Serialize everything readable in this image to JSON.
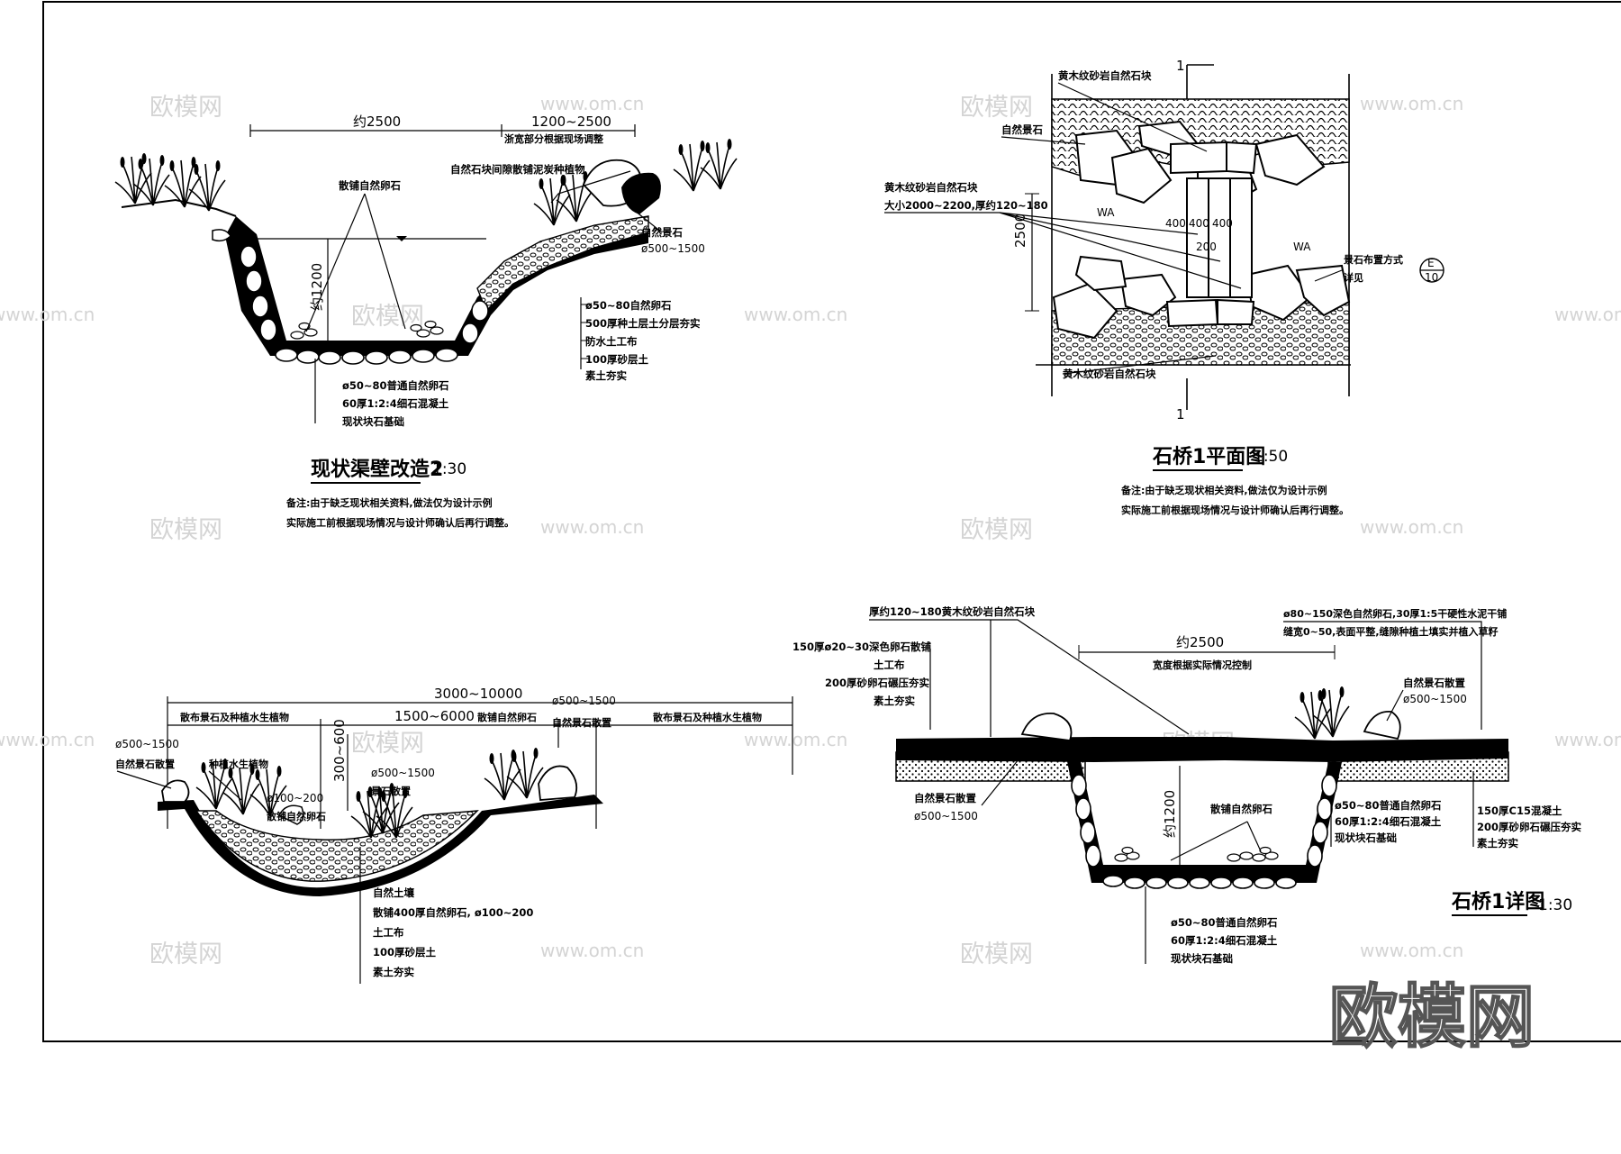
{
  "watermarks": {
    "brand_cn": "欧模网",
    "site": "www.om.cn"
  },
  "brand_mark": "欧模网",
  "drawings": {
    "canal": {
      "title": "现状渠壁改造2",
      "scale": "1:30",
      "dim_width": "约2500",
      "dim_side": "1200~2500",
      "dim_side_note": "浙宽部分根据现场调整",
      "dim_depth": "约1200",
      "label_pebble": "散铺自然卵石",
      "label_rocks_top": "自然石块间隙散铺泥炭种植物",
      "label_rock": "自然景石",
      "label_rock_size": "ø500~1500",
      "layers_right": [
        "ø50~80自然卵石",
        "500厚种土层土分层夯实",
        "防水土工布",
        "100厚砂层土",
        "素土夯实"
      ],
      "layers_bottom": [
        "ø50~80普通自然卵石",
        "60厚1:2:4细石混凝土",
        "现状块石基础"
      ],
      "note_line1": "备注:由于缺乏现状相关资料,做法仅为设计示例",
      "note_line2": "实际施工前根据现场情况与设计师确认后再行调整。"
    },
    "bridge_plan": {
      "title": "石桥1平面图",
      "scale": "1:50",
      "section_mark": "1",
      "label_top": "黄木纹砂岩自然石块",
      "label_rock_left": "自然景石",
      "label_slab": "黄木纹砂岩自然石块",
      "label_slab_size": "大小2000~2200,厚约120~180",
      "dim_height": "2500",
      "dims_slabs": [
        "400",
        "400",
        "400"
      ],
      "dim_200": "200",
      "wa_left": "WA",
      "wa_right": "WA",
      "label_right_1": "景石布置方式",
      "label_right_2": "详见",
      "callout_top": "E",
      "callout_bottom": "10",
      "label_bottom": "黄木纹砂岩自然石块",
      "note_line1": "备注:由于缺乏现状相关资料,做法仅为设计示例",
      "note_line2": "实际施工前根据现场情况与设计师确认后再行调整。"
    },
    "pond": {
      "dim_total": "3000~10000",
      "dim_mid": "1500~6000",
      "dim_mid_suffix": "散铺自然卵石",
      "label_left_span": "散布景石及种植水生植物",
      "label_right_span": "散布景石及种植水生植物",
      "label_rock_top": "ø500~1500",
      "label_rock_top_2": "自然景石散置",
      "label_left_rock": "ø500~1500",
      "label_left_rock_2": "自然景石散置",
      "label_plants": "种植水生植物",
      "label_pebble": "ø100~200",
      "label_pebble_2": "散铺自然卵石",
      "label_rock_mid": "ø500~1500",
      "label_rock_mid_2": "景石散置",
      "dim_depth": "300~600",
      "layers": [
        "自然土壤",
        "散铺400厚自然卵石, ø100~200",
        "土工布",
        "100厚砂层土",
        "素土夯实"
      ]
    },
    "bridge_detail": {
      "title": "石桥1详图",
      "scale": "1:30",
      "top_note_1": "ø80~150深色自然卵石,30厚1:5干硬性水泥干铺",
      "top_note_2": "缝宽0~50,表面平整,缝隙种植土填实并植入草籽",
      "label_slab": "厚约120~180黄木纹砂岩自然石块",
      "dim_width": "约2500",
      "dim_width_note": "宽度根据实际情况控制",
      "layers_left": [
        "150厚ø20~30深色卵石散铺",
        "土工布",
        "200厚砂卵石碾压夯实",
        "素土夯实"
      ],
      "label_rock_right": "自然景石散置",
      "label_rock_right_size": "ø500~1500",
      "label_rock_left": "自然景石散置",
      "label_rock_left_size": "ø500~1500",
      "label_pebble": "散铺自然卵石",
      "dim_depth": "约1200",
      "layers_right": [
        "150厚C15混凝土",
        "200厚砂卵石碾压夯实",
        "素土夯实"
      ],
      "layers_mid": [
        "ø50~80普通自然卵石",
        "60厚1:2:4细石混凝土",
        "现状块石基础"
      ],
      "layers_bottom": [
        "ø50~80普通自然卵石",
        "60厚1:2:4细石混凝土",
        "现状块石基础"
      ]
    }
  }
}
